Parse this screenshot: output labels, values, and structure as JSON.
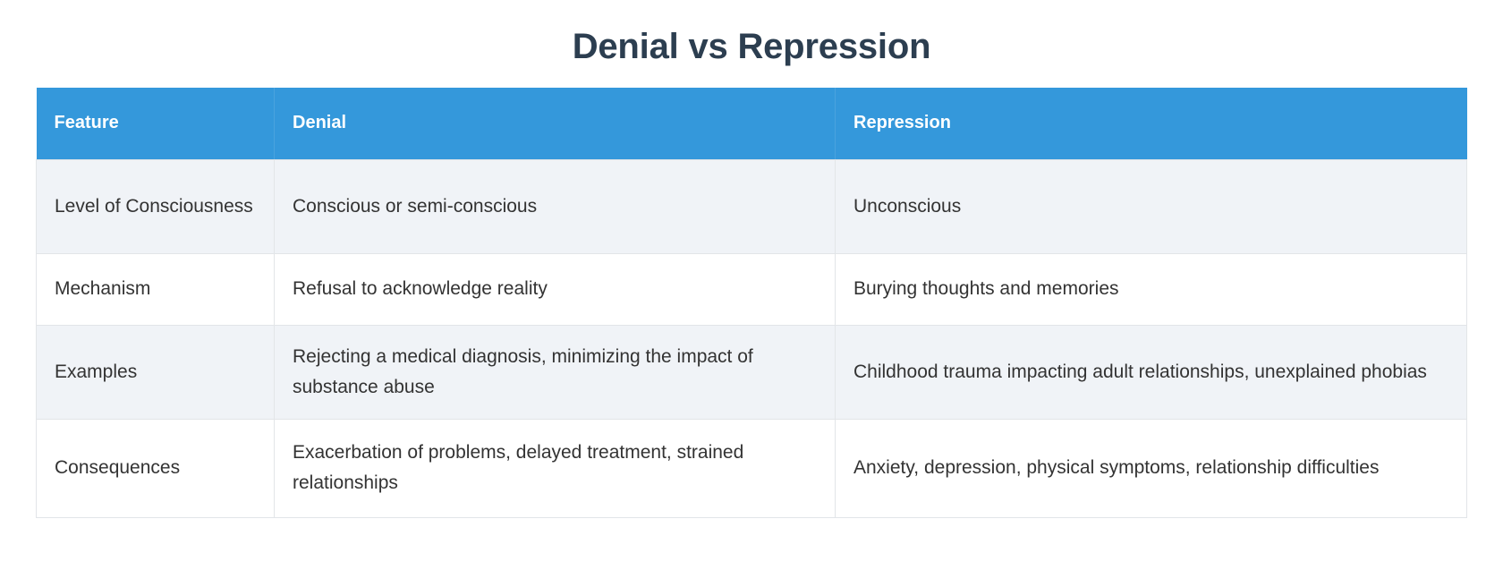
{
  "document": {
    "title": "Denial vs Repression"
  },
  "colors": {
    "header_background": "#3498db",
    "header_text": "#ffffff",
    "title_text": "#2c3e50",
    "row_alt_background": "#f0f3f7",
    "row_plain_background": "#ffffff",
    "body_text": "#333333",
    "border": "#e2e5e8"
  },
  "table": {
    "columns": [
      {
        "label": "Feature"
      },
      {
        "label": "Denial"
      },
      {
        "label": "Repression"
      }
    ],
    "rows": [
      {
        "feature": "Level of Consciousness",
        "denial": "Conscious or semi-conscious",
        "repression": "Unconscious"
      },
      {
        "feature": "Mechanism",
        "denial": "Refusal to acknowledge reality",
        "repression": "Burying thoughts and memories"
      },
      {
        "feature": "Examples",
        "denial": "Rejecting a medical diagnosis, minimizing the impact of substance abuse",
        "repression": "Childhood trauma impacting adult relationships, unexplained phobias"
      },
      {
        "feature": "Consequences",
        "denial": "Exacerbation of problems, delayed treatment, strained relationships",
        "repression": "Anxiety, depression, physical symptoms, relationship difficulties"
      }
    ]
  }
}
